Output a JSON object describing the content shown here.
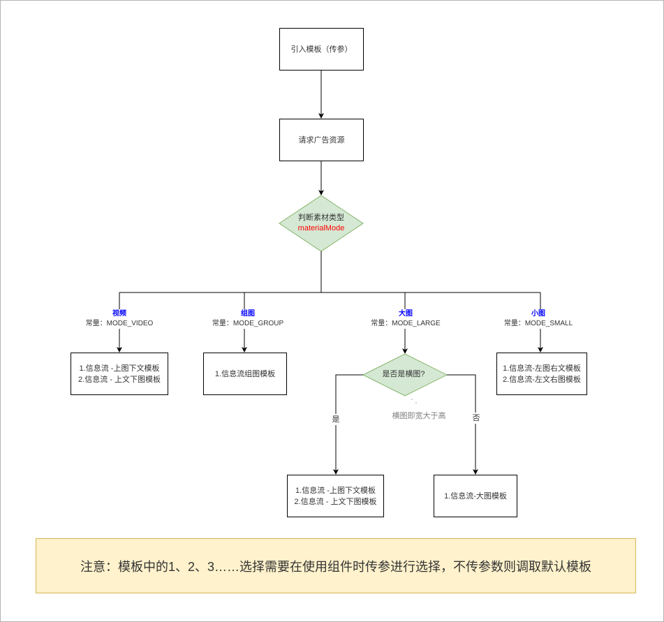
{
  "nodes": {
    "import_template": "引入模板（传参）",
    "request_ad": "请求广告资源",
    "judge_type": {
      "line1": "判断素材类型",
      "line2": "materialMode"
    },
    "is_landscape": "是否是横图?",
    "landscape_hint": "横图即宽大于高"
  },
  "branches": [
    {
      "category": "视频",
      "constant": "常量：MODE_VIDEO",
      "templates": [
        "1.信息流 -上图下文模板",
        "2.信息流 - 上文下图模板"
      ]
    },
    {
      "category": "组图",
      "constant": "常量：MODE_GROUP",
      "templates": [
        "1.信息流组图模板"
      ]
    },
    {
      "category": "大图",
      "constant": "常量：MODE_LARGE"
    },
    {
      "category": "小图",
      "constant": "常量：MODE_SMALL",
      "templates": [
        "1.信息流-左图右文模板",
        "2.信息流-左文右图模板"
      ]
    }
  ],
  "landscape_branches": {
    "yes_label": "是",
    "no_label": "否",
    "yes_templates": [
      "1.信息流 -上图下文模板",
      "2.信息流 - 上文下图模板"
    ],
    "no_templates": [
      "1.信息流-大图模板"
    ]
  },
  "note": "注意：模板中的1、2、3……选择需要在使用组件时传参进行选择，不传参数则调取默认模板",
  "colors": {
    "decision_fill": "#d5e8d4",
    "decision_stroke": "#82b366",
    "category_text": "#0000ff",
    "highlight_text": "#ff0000",
    "note_fill": "#fff2cc",
    "note_stroke": "#d6b656"
  }
}
